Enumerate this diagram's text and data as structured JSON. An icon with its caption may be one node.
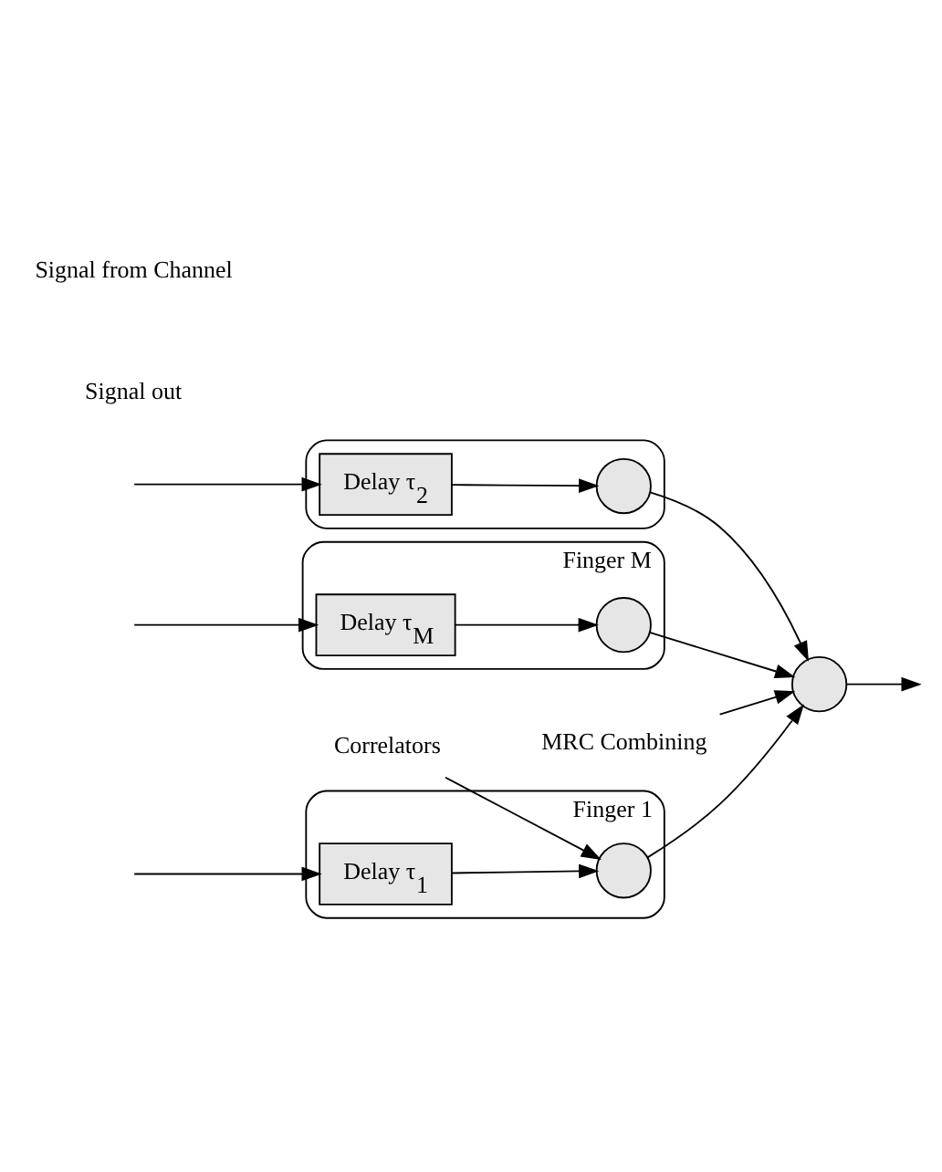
{
  "diagram": {
    "nodes": [
      {
        "text": [
          "Finger 1"
        ]
      },
      {
        "text": [
          "Delay τ$_{1}$"
        ],
        "in": 0
      },
      {
        "text": [],
        "shape": "circle",
        "in": 0
      },
      {
        "text": [],
        "shape": "ellipse"
      },
      {
        "text": [
          "Delay τ$_{2}$"
        ],
        "in": 3
      },
      {
        "text": [],
        "shape": "circle",
        "in": 3
      },
      {
        "text": [
          "Finger M"
        ]
      },
      {
        "text": [
          "Delay τ$_{M}$"
        ],
        "in": 6
      },
      {
        "text": [],
        "shape": "circle",
        "in": 6
      },
      {
        "text": [],
        "shape": "circle"
      },
      {
        "text": [
          "Correlators"
        ]
      },
      {
        "text": [
          "MRC Combining"
        ]
      }
    ],
    "edges": [
      {
        "from": null,
        "to": 1,
        "arrow": "to"
      },
      {
        "from": null,
        "to": 4,
        "arrow": "to"
      },
      {
        "from": null,
        "to": 7,
        "arrow": "to"
      },
      {
        "from": 1,
        "to": 2,
        "arrow": "to"
      },
      {
        "from": 4,
        "to": 5,
        "arrow": "to"
      },
      {
        "from": 7,
        "to": 8,
        "arrow": "to"
      },
      {
        "from": 2,
        "to": 9,
        "arrow": "to"
      },
      {
        "from": 5,
        "to": 9,
        "arrow": "to"
      },
      {
        "from": 8,
        "to": 9,
        "arrow": "to"
      },
      {
        "from": 9,
        "to": null,
        "arrow": "to"
      },
      {
        "from": 10,
        "to": 2,
        "arrow": "to"
      },
      {
        "from": 11,
        "to": 9,
        "arrow": "to"
      }
    ],
    "labels": [
      "Signal out",
      "Signal from Channel"
    ]
  }
}
